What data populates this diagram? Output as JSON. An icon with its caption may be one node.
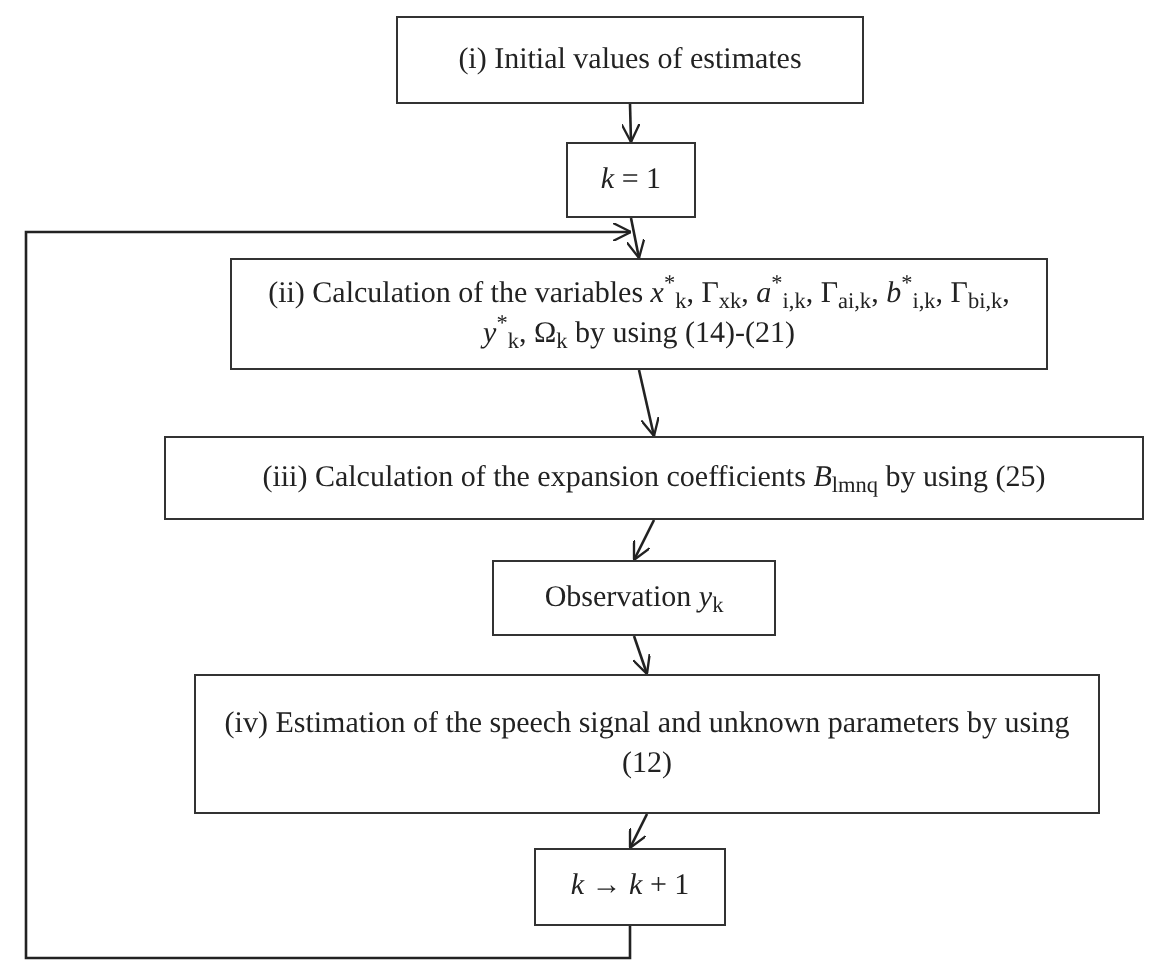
{
  "diagram": {
    "nodes": [
      {
        "text": [
          "(i) Initial values of estimates"
        ]
      },
      {
        "text": [
          "*k* = 1"
        ]
      },
      {
        "text": [
          "(ii) Calculation of the variables *x*$^{*}$$_{k}$, Γ$_{xk}$, *a*$^{*}$$_{i,k}$, Γ$_{ai,k}$, *b*$^{*}$$_{i,k}$, Γ$_{bi,k}$, *y*$^{*}$$_{k}$, Ω$_{k}$ by using (14)-(21)"
        ]
      },
      {
        "text": [
          "(iii) Calculation of the expansion coefficients *B*$_{lmnq}$ by using (25)"
        ]
      },
      {
        "text": [
          "Observation *y*$_{k}$"
        ]
      },
      {
        "text": [
          "(iv) Estimation of the speech signal and unknown parameters by using (12)"
        ]
      },
      {
        "text": [
          "*k* → *k* + 1"
        ]
      }
    ],
    "edges": [
      {
        "from": 0,
        "to": 1,
        "arrow": "to"
      },
      {
        "from": 1,
        "to": 2,
        "arrow": "to"
      },
      {
        "from": 2,
        "to": 3,
        "arrow": "to"
      },
      {
        "from": 3,
        "to": 4,
        "arrow": "to"
      },
      {
        "from": 4,
        "to": 5,
        "arrow": "to"
      },
      {
        "from": 5,
        "to": 6,
        "arrow": "to"
      },
      {
        "from": 6,
        "to": 2,
        "arrow": "to"
      }
    ]
  }
}
